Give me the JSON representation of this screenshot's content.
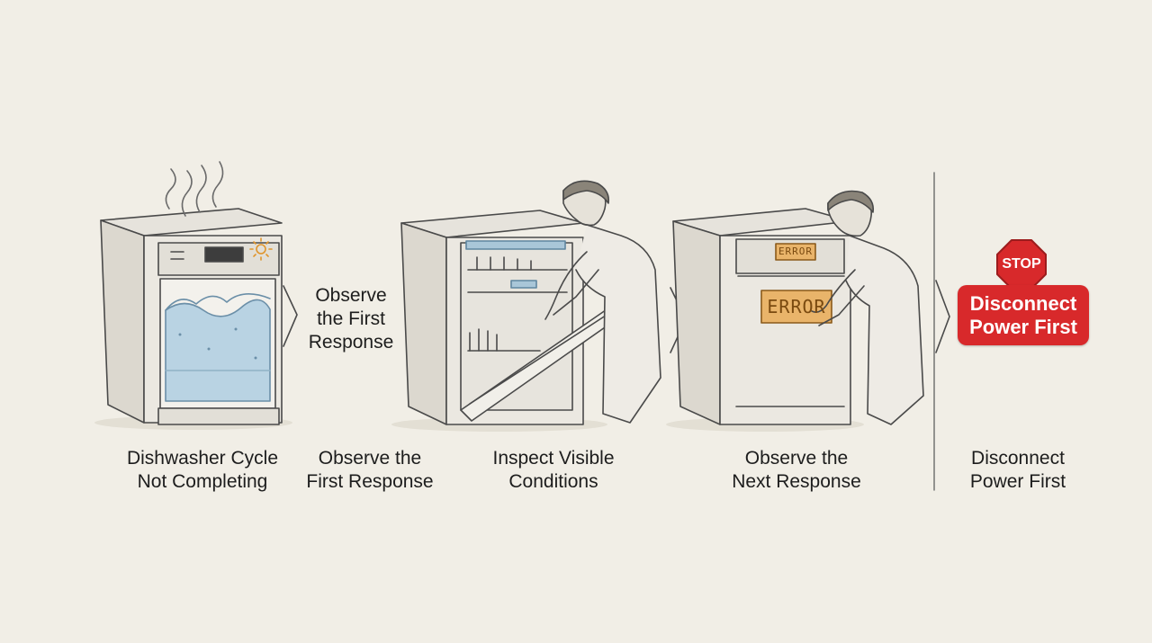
{
  "steps": [
    {
      "caption": "Dishwasher Cycle\nNot Completing"
    },
    {
      "caption": "Observe the\nFirst Response"
    },
    {
      "caption": "Inspect Visible\nConditions"
    },
    {
      "caption": "Observe the\nNext Response"
    },
    {
      "caption": "Disconnect\nPower First"
    }
  ],
  "inline_label": "Observe\nthe First\nResponse",
  "display": {
    "small_error": "ERROR",
    "large_error": "ERROR"
  },
  "stop": {
    "sign": "STOP",
    "badge": "Disconnect\nPower First"
  },
  "colors": {
    "background": "#f1eee6",
    "stop_red": "#d8292b",
    "water_blue": "#b9d3e3",
    "error_amber": "#e9b46a"
  },
  "icons": [
    "steam-icon",
    "sun-indicator-icon",
    "stop-sign-icon"
  ]
}
